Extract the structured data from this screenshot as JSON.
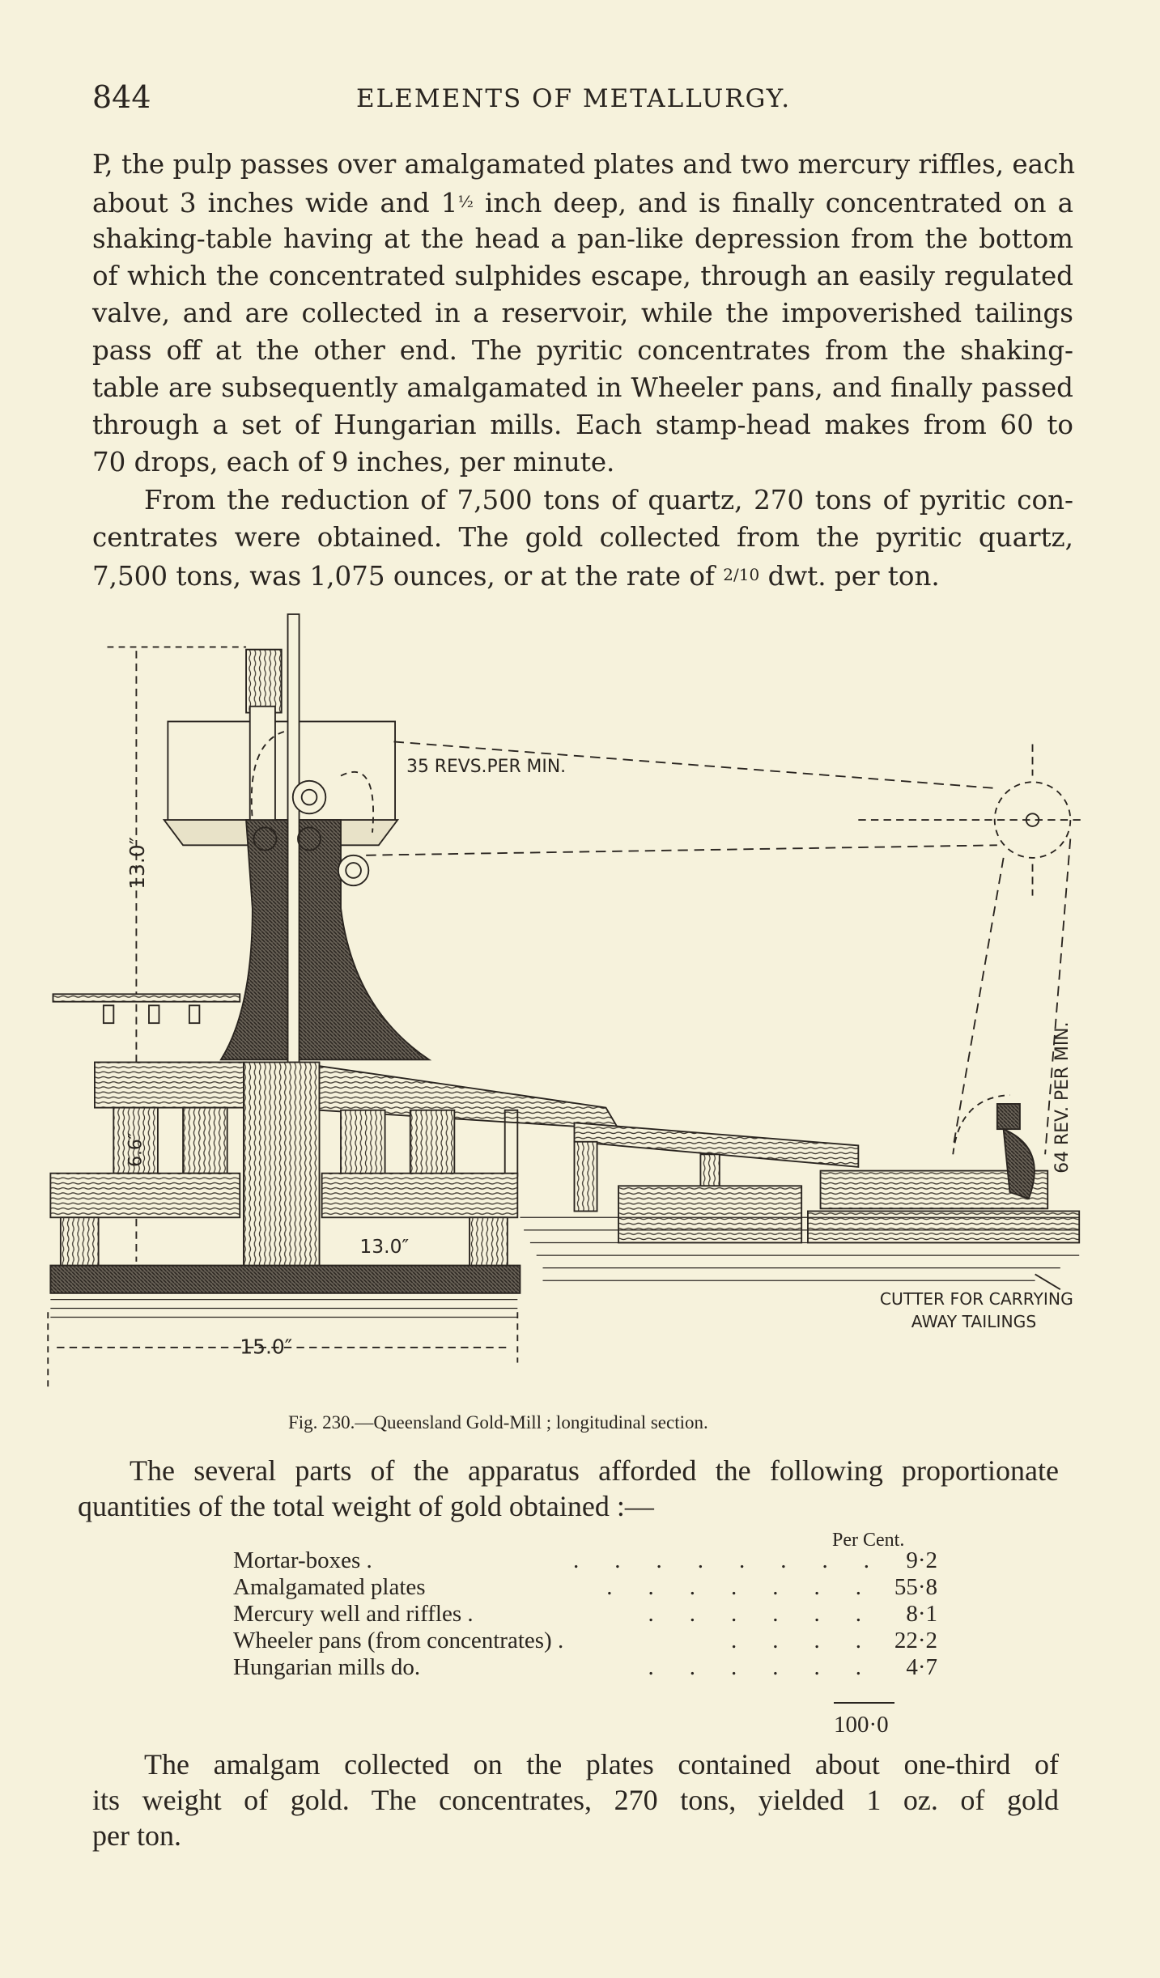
{
  "header": {
    "page_number": "844",
    "running_title": "ELEMENTS OF METALLURGY."
  },
  "paragraph1": {
    "lines": [
      "P, the pulp passes over amalgamated plates and two mercury riffles, each",
      "about 3 inches wide and 1",
      "inch deep, and is finally concentrated on a",
      "shaking-table having at the head a pan-like depression from the bottom",
      "of which the concentrated sulphides escape, through an easily regulated",
      "valve, and are collected in a reservoir, while the impoverished tailings",
      "pass off at the other end.  The pyritic concentrates from the shaking-",
      "table are subsequently amalgamated in Wheeler pans, and finally passed",
      "through a set of Hungarian mills.  Each stamp-head makes from 60 to",
      "70 drops, each of 9 inches, per minute."
    ],
    "fraction_half": "½"
  },
  "paragraph2": {
    "lines": [
      "From the reduction of 7,500 tons of quartz, 270 tons of pyritic con-",
      "centrates were obtained.  The gold collected from the pyritic quartz,",
      "7,500 tons, was 1,075 ounces, or at the rate of",
      "dwt. per ton."
    ],
    "fraction": "2/10"
  },
  "figure": {
    "labels": {
      "height_dim": "13.0″",
      "revs_top": "35 REVS.PER MIN.",
      "revs_right": "64 REV. PER MIN.",
      "block_dim": "6.6″",
      "inner_width": "13.0″",
      "base_width": "15.0″",
      "gutter_line1": "CUTTER FOR CARRYING",
      "gutter_line2": "AWAY TAILINGS"
    },
    "caption": "Fig. 230.—Queensland Gold-Mill ; longitudinal section."
  },
  "paragraph3": {
    "lines": [
      "The several parts of the apparatus afforded the following proportionate",
      "quantities of the total weight of gold obtained :—"
    ]
  },
  "table": {
    "unit_header": "Per Cent.",
    "rows": [
      {
        "label": "Mortar-boxes .",
        "value": "9·2"
      },
      {
        "label": "Amalgamated plates",
        "value": "55·8"
      },
      {
        "label": "Mercury well and riffles .",
        "value": "8·1"
      },
      {
        "label": "Wheeler pans (from concentrates) .",
        "value": "22·2"
      },
      {
        "label": "Hungarian mills      do.",
        "value": "4·7"
      }
    ],
    "total": "100·0"
  },
  "paragraph4": {
    "lines": [
      "The amalgam collected on the plates contained about one-third of",
      "its weight of gold.  The concentrates, 270 tons, yielded 1 oz. of gold",
      "per ton."
    ]
  }
}
